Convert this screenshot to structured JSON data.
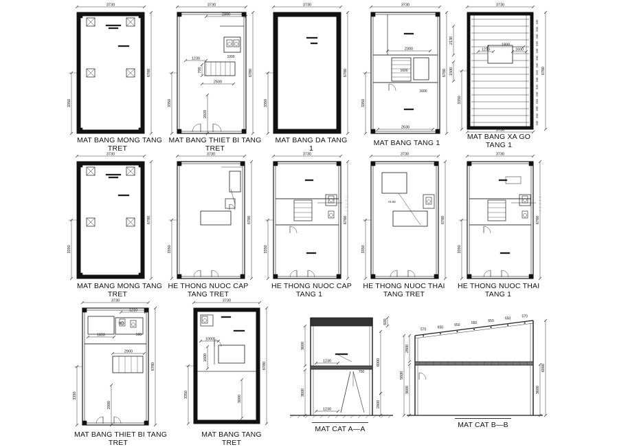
{
  "plans": [
    {
      "id": "p1",
      "caption": [
        "MAT BANG MONG TANG",
        "TRET"
      ],
      "dims": {
        "top": "3730",
        "side": "6780",
        "left": "3350"
      }
    },
    {
      "id": "p2",
      "caption": [
        "MAT BANG THIET BI TANG",
        "TRET"
      ],
      "dims": {
        "top": "3730",
        "second": "2300",
        "left": "3350",
        "right": "6780",
        "d1": "1230",
        "d2": "1000",
        "d3": "700",
        "d4": "2500",
        "d5": "2020"
      }
    },
    {
      "id": "p3",
      "caption": [
        "MAT BANG DA TANG",
        "1"
      ],
      "dims": {
        "top": "3730",
        "side": "6780",
        "left": "3350"
      }
    },
    {
      "id": "p4",
      "caption": [
        "MAT BANG TANG 1",
        ""
      ],
      "dims": {
        "top": "3730",
        "d1": "2300",
        "d2": "1600",
        "d3": "1600",
        "d4": "2630",
        "side": "6780",
        "left": "3350",
        "r1": "2130",
        "r2": "1500"
      }
    },
    {
      "id": "p5",
      "caption": [
        "MAT BANG XA GO",
        "TANG 1"
      ],
      "dims": {
        "top": "3730",
        "d1": "1800",
        "d2": "1230",
        "d3": "1600",
        "bottom": "3730",
        "side": "6780",
        "left": "3350",
        "purlins": "240"
      }
    },
    {
      "id": "p6",
      "caption": [
        "MAT BANG MONG TANG",
        "TRET"
      ],
      "dims": {
        "top": "3730",
        "side": "6780",
        "left": "3350"
      }
    },
    {
      "id": "p7",
      "caption": [
        "HE THONG NUOC CAP",
        "TANG TRET"
      ],
      "dims": {
        "top": "3730",
        "side": "6780",
        "left": "3350"
      }
    },
    {
      "id": "p8",
      "caption": [
        "HE THONG NUOC CAP",
        "TANG 1"
      ],
      "dims": {
        "top": "3730",
        "side": "6780",
        "left": "3350"
      }
    },
    {
      "id": "p9",
      "caption": [
        "HE THONG NUOC THAI",
        "TANG TRET"
      ],
      "dims": {
        "top": "3730",
        "side": "6780",
        "left": "3350"
      }
    },
    {
      "id": "p10",
      "caption": [
        "HE THONG NUOC THAI",
        "TANG 1"
      ],
      "dims": {
        "top": "3730",
        "side": "6780",
        "left": "3350"
      }
    },
    {
      "id": "p11",
      "caption": [
        "MAT BANG THIET BI TANG",
        "TRET"
      ],
      "dims": {
        "top": "3730",
        "d1": "1210",
        "d2": "700",
        "d3": "1820",
        "d4": "500",
        "d5": "2900",
        "side": "6780",
        "left": "3350",
        "d6": "2000"
      }
    },
    {
      "id": "p12",
      "caption": [
        "MAT BANG TANG",
        "TRET"
      ],
      "dims": {
        "top": "3730",
        "d1": "1000",
        "d2": "1600",
        "side": "6780",
        "left": "3350",
        "d3": "3000"
      }
    }
  ],
  "sections": [
    {
      "id": "s1",
      "caption": "MAT CAT A—A",
      "dims": {
        "h1": "3600",
        "h2": "3600",
        "h3": "6000",
        "d1": "1230",
        "d2": "700",
        "d3": "2800",
        "d4": "1230",
        "top": "600"
      }
    },
    {
      "id": "s2",
      "caption": "MAT CAT B—B",
      "dims": {
        "h1": "2800",
        "h2": "3600",
        "h3": "6000",
        "h4": "5600",
        "top": "600",
        "spans": [
          "570",
          "650",
          "650",
          "650",
          "650",
          "650",
          "570"
        ]
      }
    }
  ],
  "colors": {
    "line": "#1a1a1a",
    "thin": "#333333",
    "background": "#ffffff"
  }
}
